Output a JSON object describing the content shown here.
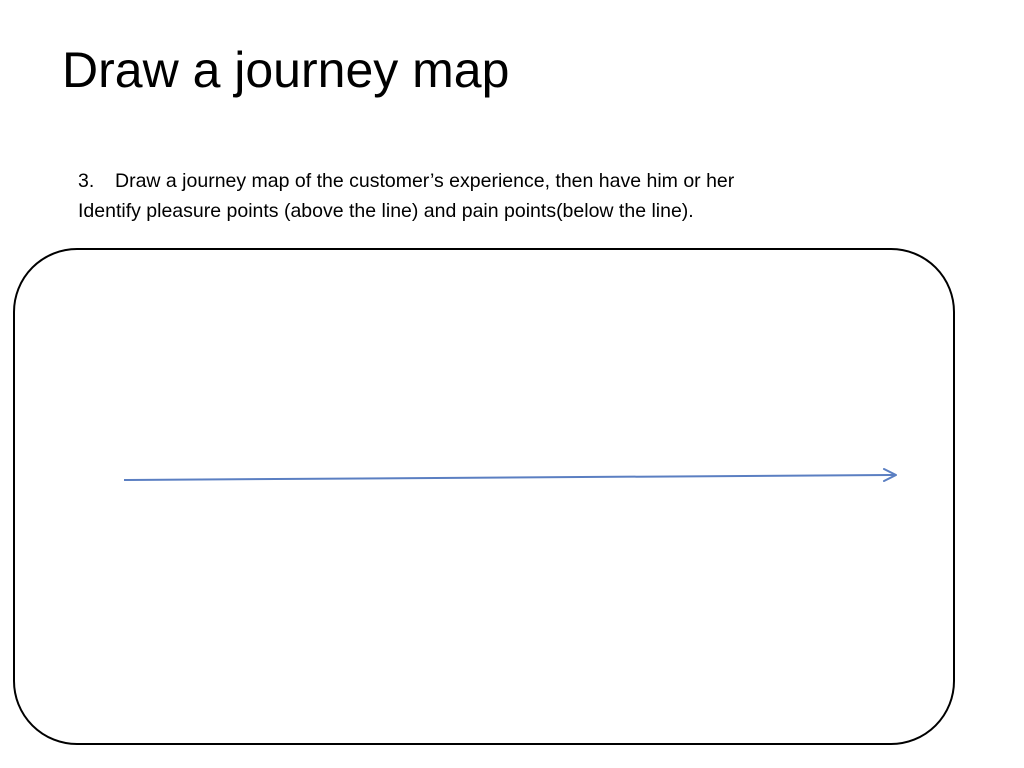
{
  "slide": {
    "title": "Draw a journey map",
    "instruction": {
      "number": "3.",
      "text_line1": "Draw a journey map of the customer’s experience, then have him or her",
      "text_line2": "Identify pleasure points (above the line) and pain points(below the line)."
    },
    "canvas": {
      "timeline_color": "#5b7fc2"
    }
  }
}
